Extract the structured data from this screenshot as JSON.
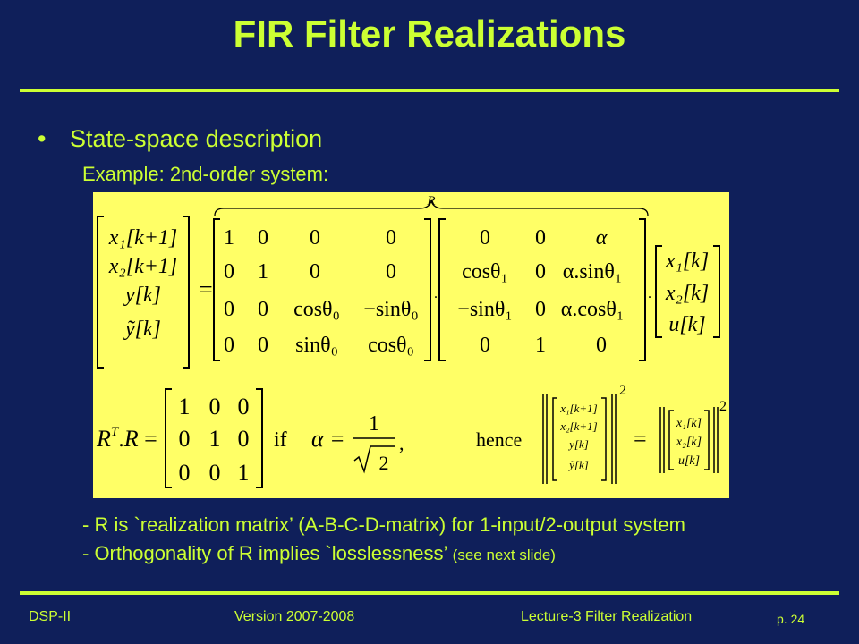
{
  "slide": {
    "title": "FIR Filter Realizations",
    "bullet": "State-space description",
    "example": "Example: 2nd-order system:",
    "note1": "- R is `realization matrix’ (A-B-C-D-matrix) for 1-input/2-output system",
    "note2_main": "- Orthogonality of R implies `losslessness’ ",
    "note2_small": "(see next slide)"
  },
  "equation": {
    "brace_label": "R",
    "lhs": [
      "x₁[k+1]",
      "x₂[k+1]",
      "y[k]",
      "ỹ[k]"
    ],
    "rot_matrix": [
      [
        "1",
        "0",
        "0",
        "0"
      ],
      [
        "0",
        "1",
        "0",
        "0"
      ],
      [
        "0",
        "0",
        "cosθ₀",
        "−sinθ₀"
      ],
      [
        "0",
        "0",
        "sinθ₀",
        "cosθ₀"
      ]
    ],
    "abcd_matrix": [
      [
        "0",
        "0",
        "α"
      ],
      [
        "cosθ₁",
        "0",
        "α.sinθ₁"
      ],
      [
        "−sinθ₁",
        "0",
        "α.cosθ₁"
      ],
      [
        "0",
        "1",
        "0"
      ]
    ],
    "state_vector": [
      "x₁[k]",
      "x₂[k]",
      "u[k]"
    ],
    "rtr_lhs": "RT.R =",
    "identity": [
      [
        "1",
        "0",
        "0"
      ],
      [
        "0",
        "1",
        "0"
      ],
      [
        "0",
        "0",
        "1"
      ]
    ],
    "if_word": "if",
    "alpha_eq": "α =",
    "hence_word": "hence",
    "norm_left": [
      "x₁[k+1]",
      "x₂[k+1]",
      "y[k]",
      "ỹ[k]"
    ],
    "norm_right": [
      "x₁[k]",
      "x₂[k]",
      "u[k]"
    ],
    "exponent": "2"
  },
  "footer": {
    "course": "DSP-II",
    "version": "Version 2007-2008",
    "lecture": "Lecture-3  Filter Realization",
    "page": "p. 24"
  },
  "colors": {
    "background": "#0f1f5a",
    "accent": "#ccff33",
    "equation_box": "#ffff66"
  }
}
